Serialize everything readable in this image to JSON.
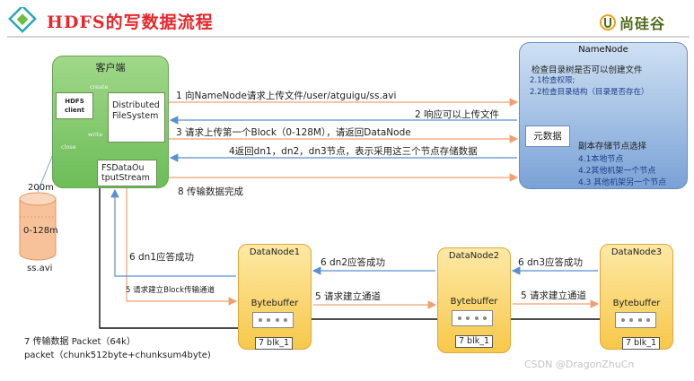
{
  "header": {
    "title": "HDFS的写数据流程",
    "brand": "尚硅谷",
    "colors": {
      "title": "#e8262b",
      "brand": "#4f6a1a",
      "client": "#86cc6f",
      "namenode": "#9ab8e2",
      "datanode": "#f9d56b"
    }
  },
  "client": {
    "title": "客户端",
    "hdfs_client": [
      "HDFS",
      "client"
    ],
    "dfs": [
      "Distributed",
      "FileSystem"
    ],
    "fsdata": [
      "FSDataOu",
      "tputStream"
    ],
    "labels": {
      "create": "create",
      "write": "write",
      "close": "close"
    }
  },
  "namenode": {
    "title": "NameNode",
    "check_title": "检查目录树是否可以创建文件",
    "check_1": "2.1检查权限;",
    "check_2": "2.2检查目录结构（目录是否存在）",
    "metadata": "元数据",
    "select_title": "副本存储节点选择",
    "select_1": "4.1本地节点",
    "select_2": "4.2其他机架一个节点",
    "select_3": "4.3 其他机架另一个节点"
  },
  "steps": {
    "s1": "1 向NameNode请求上传文件/user/atguigu/ss.avi",
    "s2": "2 响应可以上传文件",
    "s3": "3 请求上传第一个Block（0-128M），请返回DataNode",
    "s4": "4返回dn1，dn2，dn3节点，表示采用这三个节点存储数据",
    "s8": "8 传输数据完成",
    "s6_dn1": "6 dn1应答成功",
    "s5_dn1": "5 请求建立Block传输通道",
    "s6_dn2": "6 dn2应答成功",
    "s5_dn2": "5 请求建立通道",
    "s6_dn3": "6 dn3应答成功",
    "s5_dn3": "5 请求建立通道",
    "s7_line1": "7 传输数据 Packet（64k）",
    "s7_line2": "packet（chunk512byte+chunksum4byte)"
  },
  "datanodes": [
    {
      "name": "DataNode1",
      "buffer": "Bytebuffer",
      "block": "7 blk_1"
    },
    {
      "name": "DataNode2",
      "buffer": "Bytebuffer",
      "block": "7 blk_1"
    },
    {
      "name": "DataNode3",
      "buffer": "Bytebuffer",
      "block": "7 blk_1"
    }
  ],
  "file": {
    "size": "200m",
    "block_range": "0-128m",
    "name": "ss.avi"
  },
  "watermark": "CSDN @DragonZhuCn"
}
